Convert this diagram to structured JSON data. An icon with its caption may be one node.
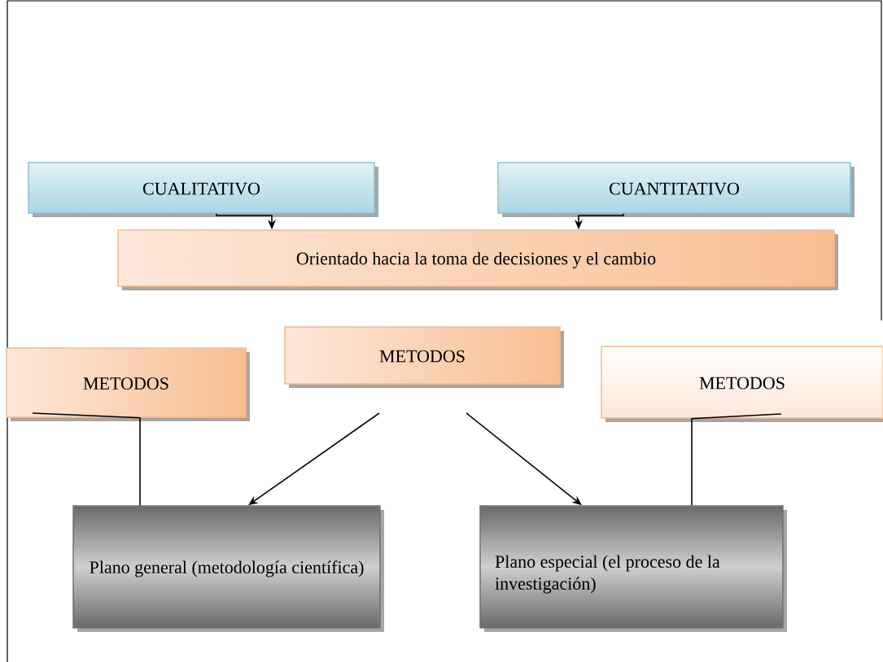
{
  "diagram": {
    "nodes": [
      {
        "text": [
          "CUALITATIVO"
        ]
      },
      {
        "text": [
          "CUANTITATIVO"
        ]
      },
      {
        "text": [
          "Orientado hacia la toma de decisiones y el cambio"
        ]
      },
      {
        "text": [
          "METODOS"
        ]
      },
      {
        "text": [
          "METODOS"
        ]
      },
      {
        "text": [
          "METODOS"
        ]
      },
      {
        "text": [
          "Plano general (metodología científica)"
        ]
      },
      {
        "text": [
          "Plano especial (el proceso de la investigación)"
        ]
      }
    ],
    "edges": [
      {
        "from": 0,
        "to": 2,
        "arrow": "to"
      },
      {
        "from": 1,
        "to": 2,
        "arrow": "to"
      },
      {
        "from": 3,
        "to": 6,
        "arrow": "none"
      },
      {
        "from": 4,
        "to": 6,
        "arrow": "to"
      },
      {
        "from": 4,
        "to": 7,
        "arrow": "to"
      },
      {
        "from": 5,
        "to": 7,
        "arrow": "none"
      }
    ]
  }
}
